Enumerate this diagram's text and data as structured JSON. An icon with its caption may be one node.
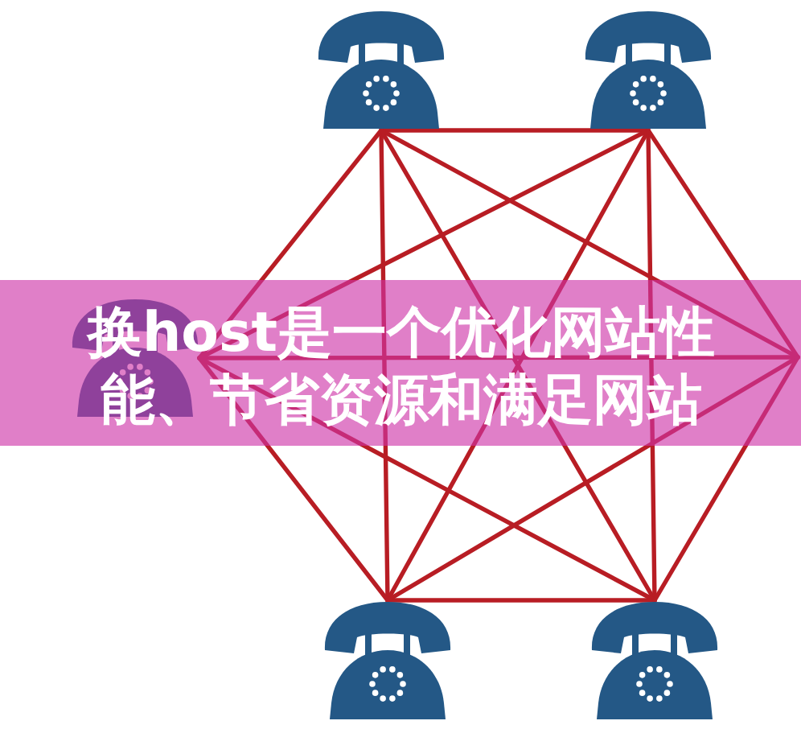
{
  "diagram": {
    "title": "换host是一个优化网站性能、节省资源和满足网站",
    "nodes": [
      {
        "text": [],
        "shape": "picture"
      },
      {
        "text": [],
        "shape": "picture"
      },
      {
        "text": [],
        "shape": "picture"
      },
      {
        "text": [],
        "shape": "picture"
      },
      {
        "text": [],
        "shape": "picture"
      }
    ],
    "edges": [
      {
        "from": 0,
        "to": 1,
        "arrow": "none"
      },
      {
        "from": 0,
        "to": 2,
        "arrow": "none"
      },
      {
        "from": 0,
        "to": 3,
        "arrow": "none"
      },
      {
        "from": 0,
        "to": 4,
        "arrow": "none"
      },
      {
        "from": 0,
        "to": null,
        "arrow": "none"
      },
      {
        "from": 1,
        "to": 2,
        "arrow": "none"
      },
      {
        "from": 1,
        "to": 3,
        "arrow": "none"
      },
      {
        "from": 1,
        "to": 4,
        "arrow": "none"
      },
      {
        "from": 1,
        "to": null,
        "arrow": "none"
      },
      {
        "from": 2,
        "to": 3,
        "arrow": "none"
      },
      {
        "from": 2,
        "to": 4,
        "arrow": "none"
      },
      {
        "from": 2,
        "to": null,
        "arrow": "none"
      },
      {
        "from": 3,
        "to": 4,
        "arrow": "none"
      },
      {
        "from": 3,
        "to": null,
        "arrow": "none"
      },
      {
        "from": 4,
        "to": null,
        "arrow": "none"
      }
    ]
  }
}
